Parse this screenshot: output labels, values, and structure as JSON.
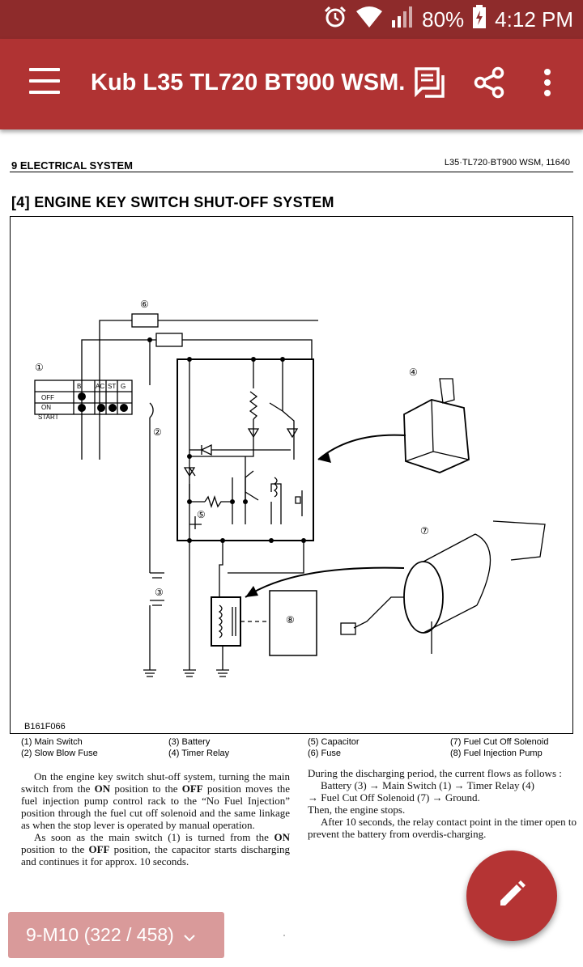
{
  "status_bar": {
    "battery": "80%",
    "time": "4:12 PM",
    "icons": [
      "alarm-icon",
      "wifi-icon",
      "signal-icon",
      "battery-charging-icon"
    ]
  },
  "app_bar": {
    "title": "Kub L35 TL720 BT900 WSM....",
    "actions": [
      "toc-icon",
      "share-icon",
      "more-vert-icon"
    ]
  },
  "document": {
    "header_left": "9 ELECTRICAL SYSTEM",
    "header_right": "L35·TL720·BT900   WSM, 11640",
    "section_title": "[4]  ENGINE  KEY  SWITCH  SHUT-OFF  SYSTEM",
    "figure_code": "B161F066",
    "diagram": {
      "callouts": [
        "①",
        "②",
        "③",
        "④",
        "⑤",
        "⑥",
        "⑦",
        "⑧"
      ],
      "switch_table": {
        "columns": [
          "B",
          "AC",
          "ST",
          "G"
        ],
        "rows": [
          "OFF",
          "ON",
          "START"
        ]
      }
    },
    "legend": [
      [
        "(1)  Main Switch",
        "(2)  Slow Blow Fuse"
      ],
      [
        "(3)  Battery",
        "(4)  Timer Relay"
      ],
      [
        "(5)  Capacitor",
        "(6)  Fuse"
      ],
      [
        "(7)  Fuel Cut Off Solenoid",
        "(8)  Fuel Injection Pump"
      ]
    ],
    "paragraph_left_1_a": "On the engine key switch shut-off system, turning the main switch from the ",
    "paragraph_left_1_b": "ON",
    "paragraph_left_1_c": " position to the ",
    "paragraph_left_1_d": "OFF",
    "paragraph_left_1_e": " position moves the fuel injection pump control rack to the “No Fuel Injection” position through the fuel cut off solenoid and the same linkage as when the stop lever is operated by manual operation.",
    "paragraph_left_2_a": "As soon as the main switch (1) is turned from the ",
    "paragraph_left_2_b": "ON",
    "paragraph_left_2_c": " position to the ",
    "paragraph_left_2_d": "OFF",
    "paragraph_left_2_e": " position, the capacitor starts discharging and continues it for approx. 10 seconds.",
    "paragraph_right_1": "During the discharging period, the current flows as follows :",
    "paragraph_right_flow_1": "Battery (3) → Main Switch (1) → Timer Relay (4)",
    "paragraph_right_flow_2": "→ Fuel Cut Off Solenoid (7) → Ground.",
    "paragraph_right_2": "Then, the engine stops.",
    "paragraph_right_3": "After 10 seconds, the relay contact point in the timer open to prevent the battery from overdis-charging."
  },
  "page_indicator": {
    "label": "9-M10 (322 / 458)",
    "icon": "chevron-down-icon"
  },
  "fab": {
    "icon": "pencil-icon"
  },
  "colors": {
    "status_bar": "#8e2b2b",
    "app_bar": "#b03333",
    "fab": "#b53434",
    "page_chip": "#d99a9a"
  }
}
